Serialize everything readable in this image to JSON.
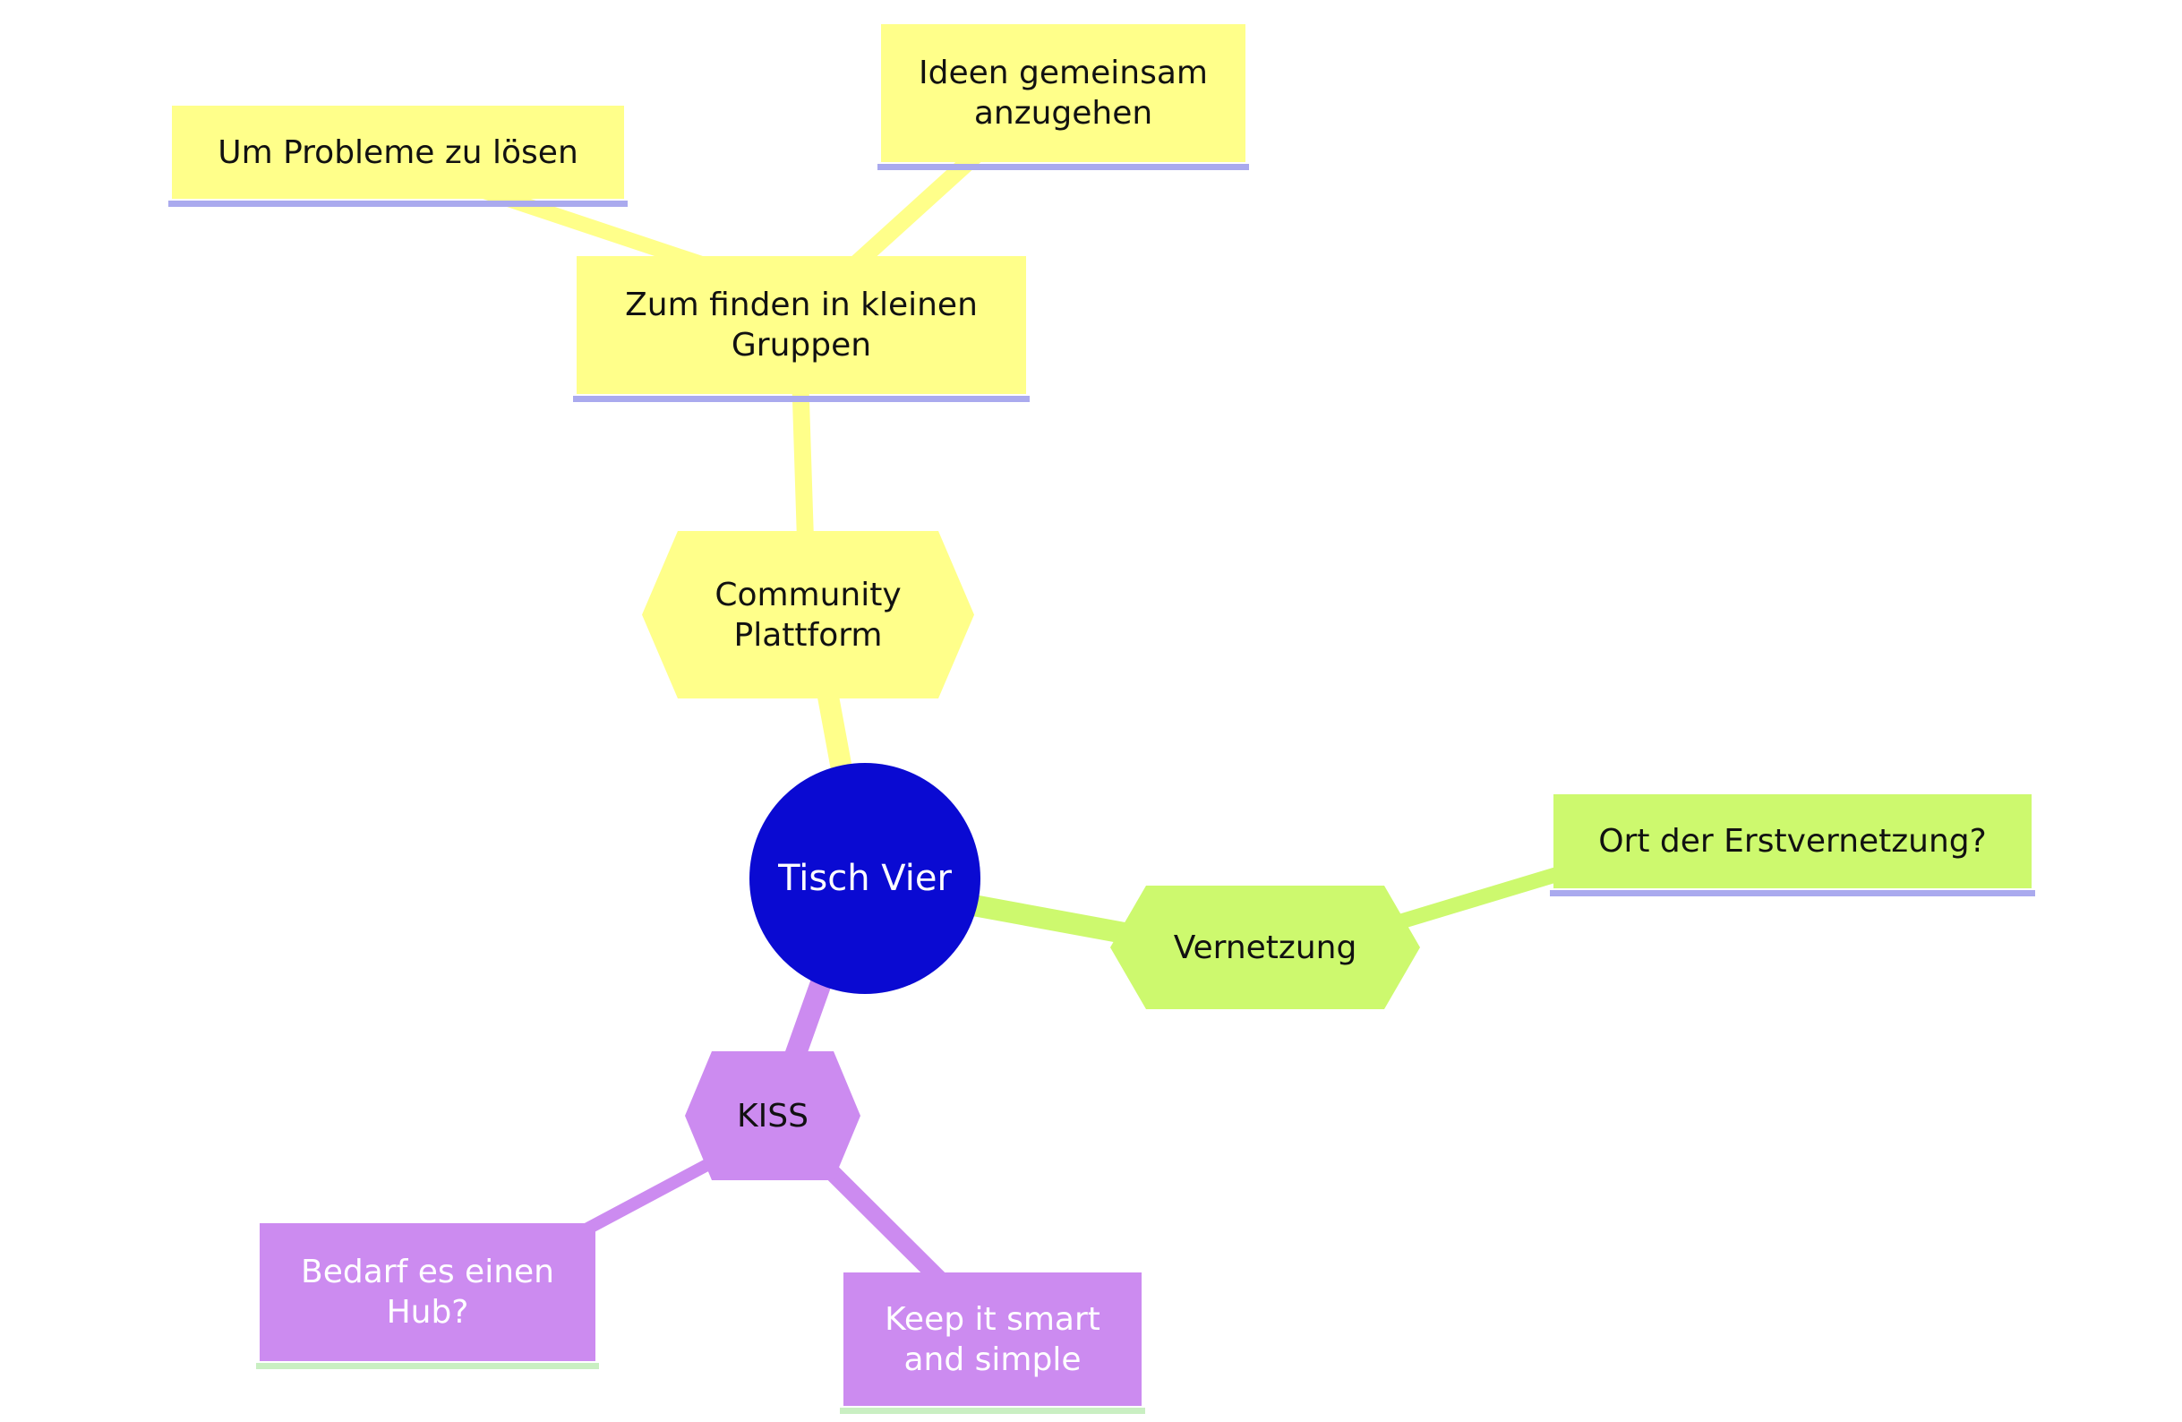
{
  "colors": {
    "branch_yellow": "#ffff8a",
    "branch_green": "#cdf96e",
    "branch_purple": "#cc8bf0",
    "root_blue": "#0a0ad2",
    "underline_lavender": "#aaaaee",
    "underline_palegreen": "#c9efc2",
    "text_dark": "#111111",
    "text_light": "#ffffff"
  },
  "mindmap": {
    "root": {
      "label": "Tisch Vier"
    },
    "nodes": {
      "community_plattform": {
        "label": "Community Plattform"
      },
      "zum_finden": {
        "label": "Zum finden in kleinen Gruppen"
      },
      "um_probleme": {
        "label": "Um Probleme zu lösen"
      },
      "ideen_gemeinsam": {
        "label": "Ideen gemeinsam anzugehen"
      },
      "vernetzung": {
        "label": "Vernetzung"
      },
      "ort_der_erstvernetzung": {
        "label": "Ort der Erstvernetzung?"
      },
      "kiss": {
        "label": "KISS"
      },
      "bedarf_hub": {
        "label": "Bedarf es einen Hub?"
      },
      "keep_it_smart": {
        "label": "Keep it smart and simple"
      }
    }
  }
}
